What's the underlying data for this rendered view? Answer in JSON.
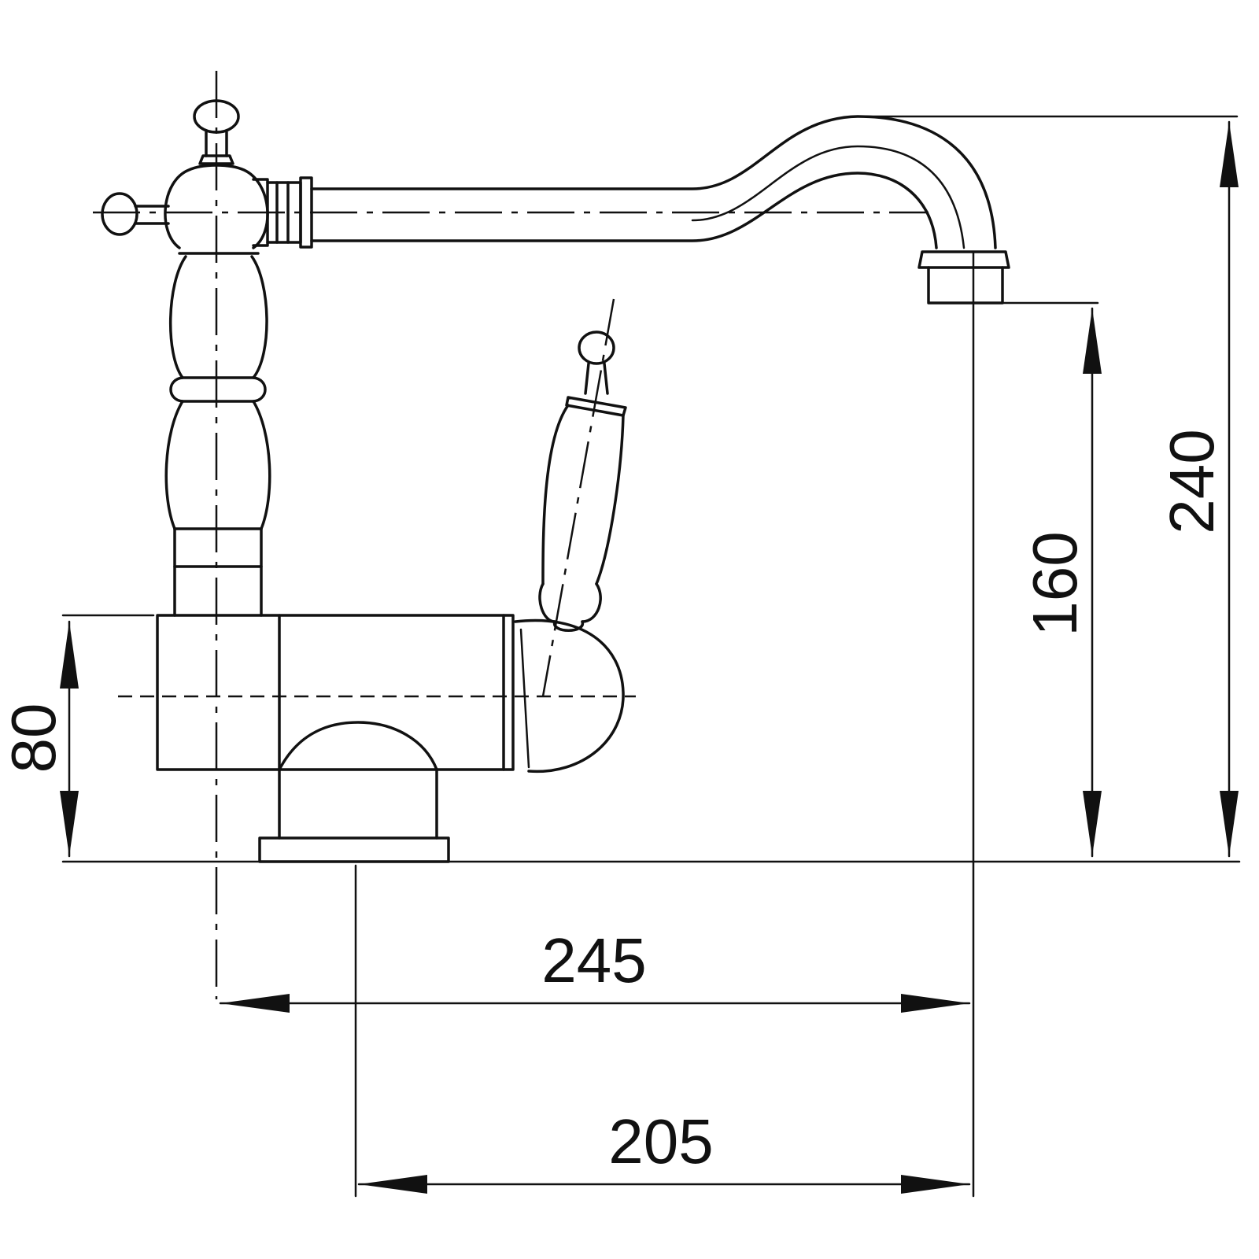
{
  "dimensions": {
    "overall_reach": "245",
    "reach_from_base": "205",
    "base_height": "80",
    "spout_clearance": "160",
    "overall_height": "240"
  }
}
